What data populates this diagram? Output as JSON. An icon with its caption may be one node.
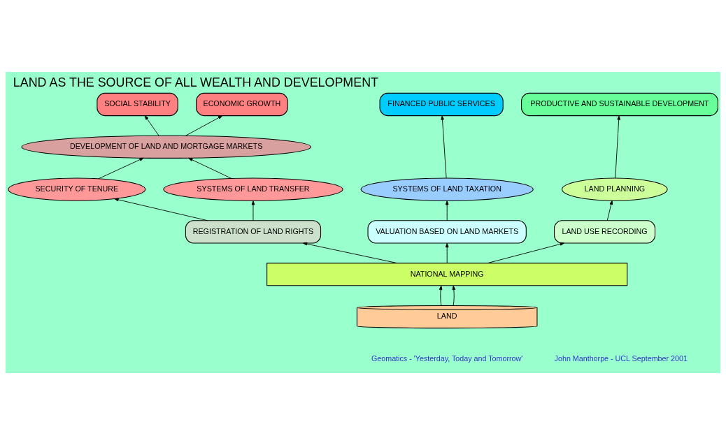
{
  "diagram": {
    "title": "LAND AS THE SOURCE OF ALL WEALTH AND DEVELOPMENT",
    "nodes": [
      {
        "text": [
          "FINANCED PUBLIC SERVICES"
        ]
      },
      {
        "text": [
          "SOCIAL STABILITY"
        ]
      },
      {
        "text": [
          "ECONOMIC GROWTH"
        ]
      },
      {
        "text": [
          "PRODUCTIVE AND SUSTAINABLE DEVELOPMENT"
        ]
      },
      {
        "text": [
          "DEVELOPMENT OF LAND AND MORTGAGE MARKETS"
        ]
      },
      {
        "text": [
          "SYSTEMS OF LAND TAXATION"
        ]
      },
      {
        "text": [
          "SECURITY OF TENURE"
        ]
      },
      {
        "text": [
          "SYSTEMS OF LAND TRANSFER"
        ]
      },
      {
        "text": [
          "LAND PLANNING"
        ]
      },
      {
        "text": [
          "REGISTRATION OF LAND RIGHTS"
        ]
      },
      {
        "text": [
          "VALUATION BASED ON LAND MARKETS"
        ]
      },
      {
        "text": [
          "LAND USE RECORDING"
        ]
      },
      {
        "text": [
          "NATIONAL MAPPING"
        ]
      },
      {
        "text": [
          "LAND"
        ]
      }
    ],
    "edges": [
      {
        "from": 13,
        "to": 12,
        "arrow": "to"
      },
      {
        "from": 13,
        "to": 12,
        "arrow": "to"
      },
      {
        "from": 12,
        "to": 10,
        "arrow": "to"
      },
      {
        "from": 12,
        "to": 9,
        "arrow": "to"
      },
      {
        "from": 12,
        "to": 11,
        "arrow": "to"
      },
      {
        "from": 10,
        "to": 5,
        "arrow": "to"
      },
      {
        "from": 9,
        "to": 6,
        "arrow": "to"
      },
      {
        "from": 9,
        "to": 7,
        "arrow": "to"
      },
      {
        "from": 11,
        "to": 8,
        "arrow": "to"
      },
      {
        "from": 5,
        "to": 0,
        "arrow": "to"
      },
      {
        "from": 6,
        "to": 4,
        "arrow": "to"
      },
      {
        "from": 7,
        "to": 4,
        "arrow": "to"
      },
      {
        "from": 4,
        "to": 1,
        "arrow": "to"
      },
      {
        "from": 4,
        "to": 2,
        "arrow": "to"
      },
      {
        "from": 8,
        "to": 3,
        "arrow": "to"
      }
    ],
    "labels": [
      "Geomatics - 'Yesterday, Today and Tomorrow'",
      "John Manthorpe - UCL September 2001"
    ]
  }
}
